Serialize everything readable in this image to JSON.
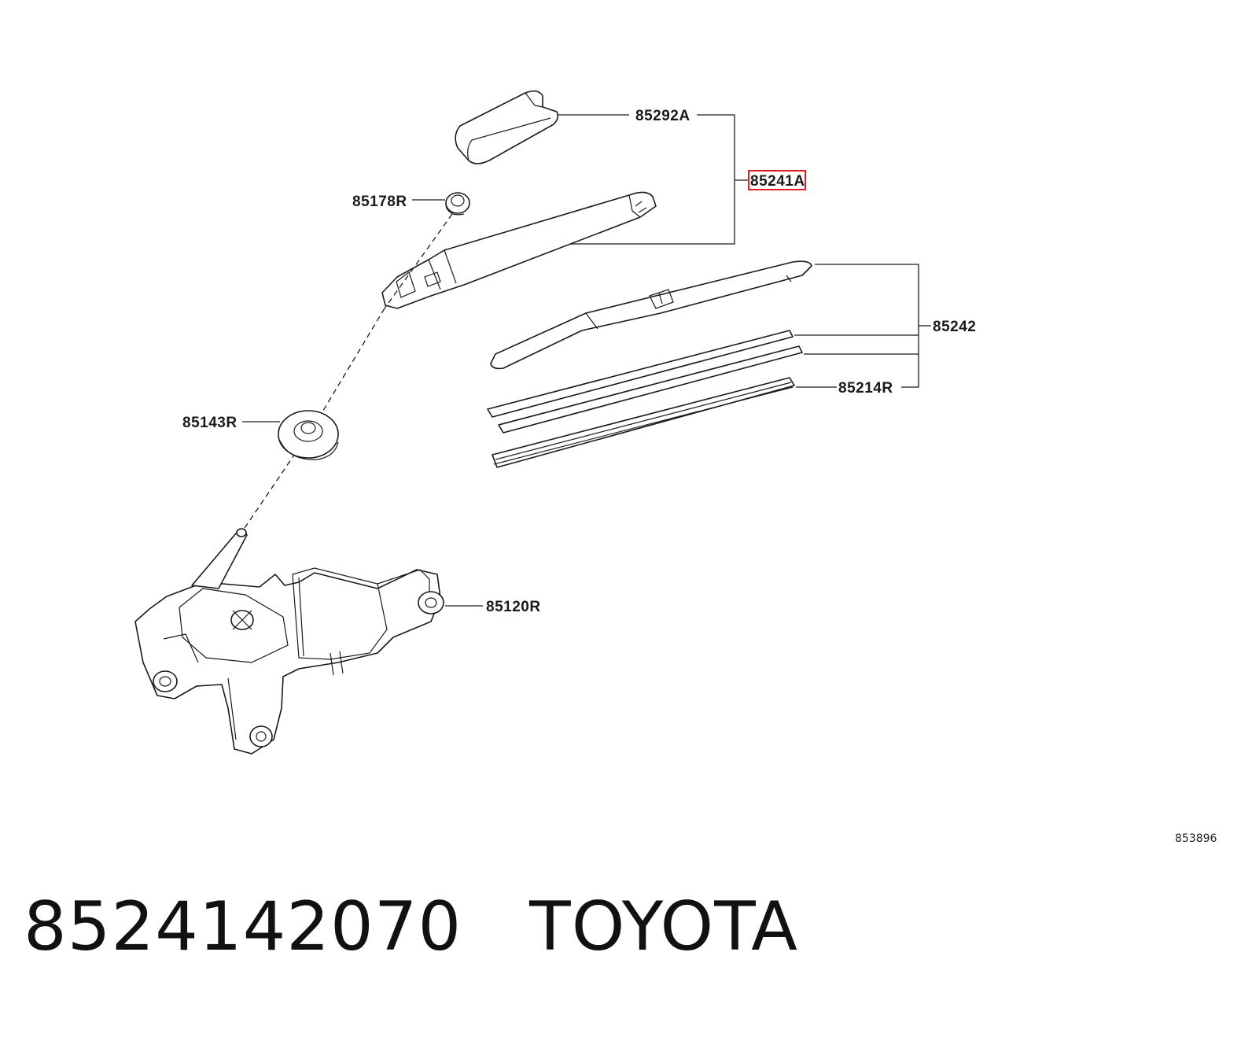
{
  "callouts": {
    "arm_cap": "85292A",
    "arm_assembly": "85241A",
    "arm_nut": "85178R",
    "blade_assembly": "85242",
    "blade_rubber": "85214R",
    "pivot_cap": "85143R",
    "motor": "85120R"
  },
  "highlight_color": "#e02020",
  "diagram_ref": "853896",
  "caption": {
    "part_number": "8524142070",
    "brand": "TOYOTA"
  }
}
